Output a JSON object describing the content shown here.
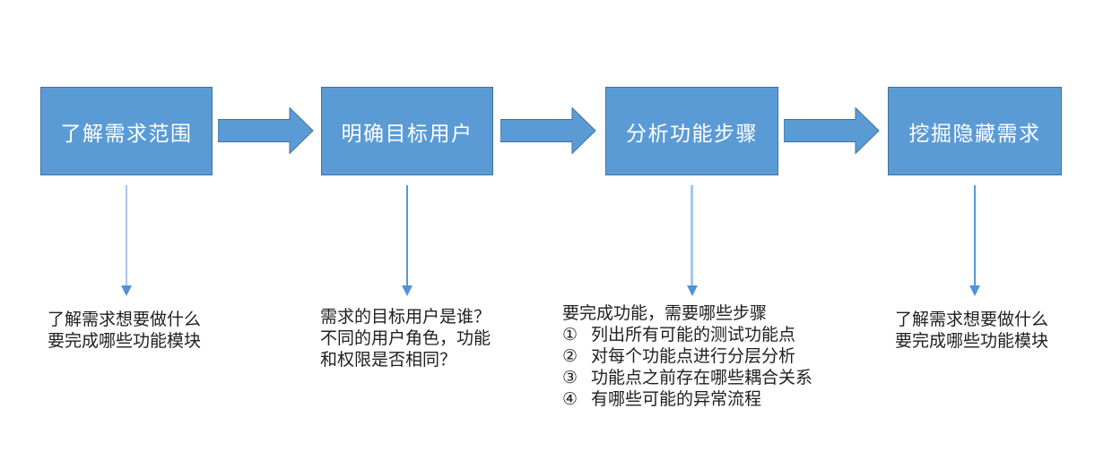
{
  "diagram": {
    "type": "horizontal-process-flow",
    "direction": "left-to-right",
    "step_count": 4
  },
  "colors": {
    "background": "#FFFFFF",
    "box_fill": "#5B9BD5",
    "box_border": "#41719C",
    "box_text": "#FFFFFF",
    "connector_fill": "#5B9BD5",
    "connector_border": "#41719C",
    "down_line_pale": "#A6C6E9",
    "down_line_vivid": "#5596DC",
    "down_head": "#4E93DA",
    "note_text": "#1F1F1F"
  },
  "steps": [
    {
      "label": "了解需求范围",
      "note_lines": [
        "了解需求想要做什么",
        "要完成哪些功能模块"
      ]
    },
    {
      "label": "明确目标用户",
      "note_lines": [
        "需求的目标用户是谁？",
        "不同的用户角色，功能",
        "和权限是否相同？"
      ]
    },
    {
      "label": "分析功能步骤",
      "note_lines": [
        "要完成功能，需要哪些步骤"
      ],
      "note_items": [
        {
          "num": "①",
          "text": "列出所有可能的测试功能点"
        },
        {
          "num": "②",
          "text": "对每个功能点进行分层分析"
        },
        {
          "num": "③",
          "text": "功能点之前存在哪些耦合关系"
        },
        {
          "num": "④",
          "text": "有哪些可能的异常流程"
        }
      ]
    },
    {
      "label": "挖掘隐藏需求",
      "note_lines": [
        "了解需求想要做什么",
        "要完成哪些功能模块"
      ]
    }
  ]
}
